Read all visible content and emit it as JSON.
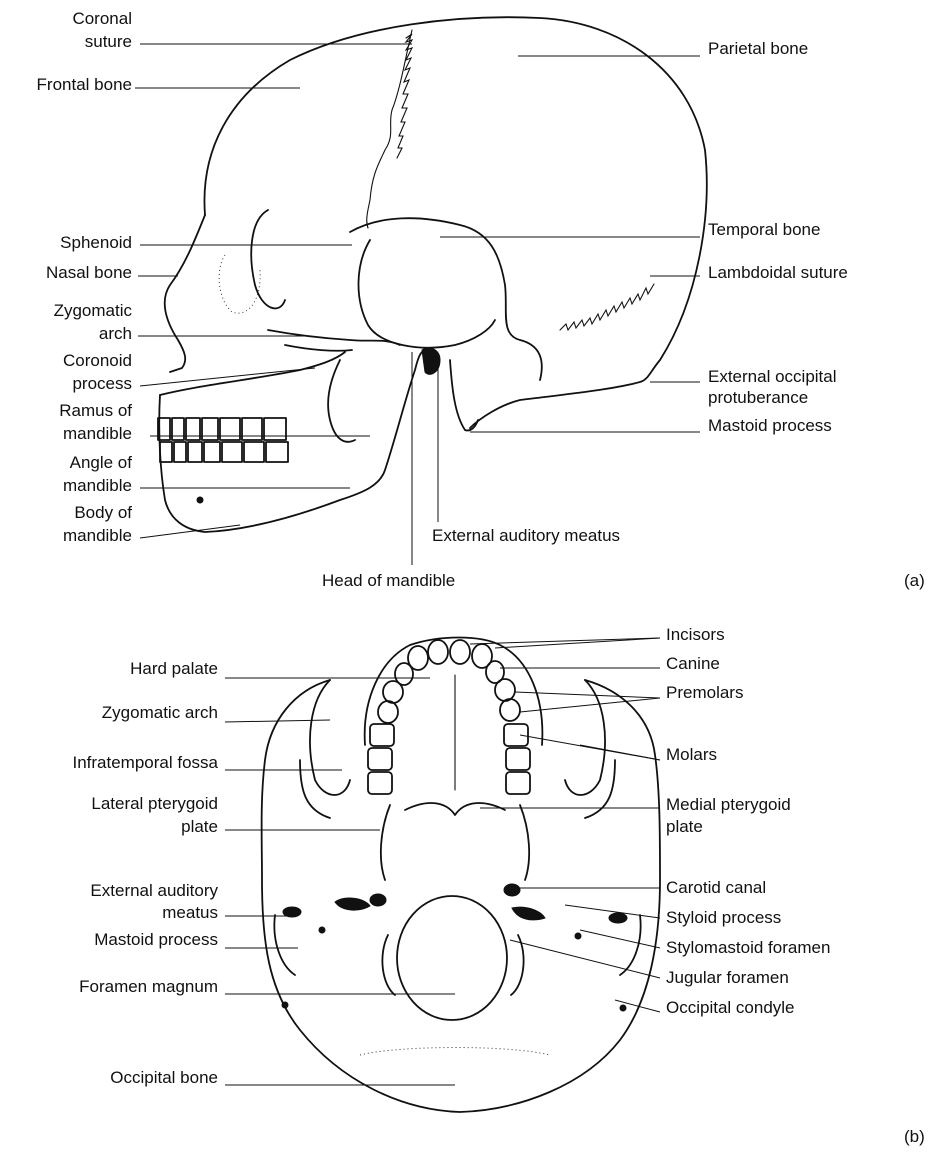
{
  "panel_a": {
    "panel_label": "(a)",
    "labels": {
      "coronal_suture_1": "Coronal",
      "coronal_suture_2": "suture",
      "frontal_bone": "Frontal bone",
      "parietal_bone": "Parietal bone",
      "sphenoid": "Sphenoid",
      "nasal_bone": "Nasal bone",
      "zygomatic_arch_1": "Zygomatic",
      "zygomatic_arch_2": "arch",
      "coronoid_process_1": "Coronoid",
      "coronoid_process_2": "process",
      "ramus_1": "Ramus of",
      "ramus_2": "mandible",
      "angle_1": "Angle of",
      "angle_2": "mandible",
      "body_1": "Body of",
      "body_2": "mandible",
      "temporal_bone": "Temporal bone",
      "lambdoidal_suture": "Lambdoidal suture",
      "ext_occ_prot_1": "External occipital",
      "ext_occ_prot_2": "protuberance",
      "mastoid_process": "Mastoid process",
      "external_auditory_meatus": "External auditory meatus",
      "head_of_mandible": "Head of mandible"
    }
  },
  "panel_b": {
    "panel_label": "(b)",
    "labels": {
      "incisors": "Incisors",
      "canine": "Canine",
      "premolars": "Premolars",
      "molars": "Molars",
      "hard_palate": "Hard palate",
      "zygomatic_arch": "Zygomatic arch",
      "infratemporal_fossa": "Infratemporal fossa",
      "lateral_pterygoid_1": "Lateral pterygoid",
      "lateral_pterygoid_2": "plate",
      "medial_pterygoid_1": "Medial pterygoid",
      "medial_pterygoid_2": "plate",
      "external_auditory_1": "External auditory",
      "external_auditory_2": "meatus",
      "mastoid_process": "Mastoid process",
      "foramen_magnum": "Foramen magnum",
      "occipital_bone": "Occipital bone",
      "carotid_canal": "Carotid canal",
      "styloid_process": "Styloid process",
      "stylomastoid_foramen": "Stylomastoid foramen",
      "jugular_foramen": "Jugular foramen",
      "occipital_condyle": "Occipital condyle"
    }
  }
}
